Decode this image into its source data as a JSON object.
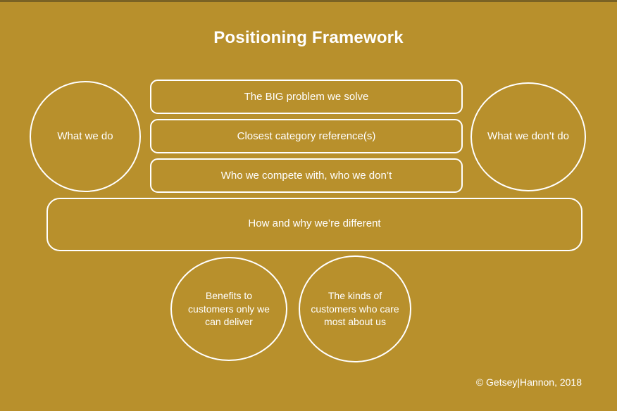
{
  "slide": {
    "title": "Positioning Framework",
    "background_color": "#b8902c",
    "text_color": "#ffffff",
    "copyright": "© Getsey|Hannon, 2018"
  },
  "circles": {
    "what_we_do": "What we do",
    "what_we_dont_do": "What we don’t do",
    "benefits": "Benefits to customers only we can deliver",
    "kinds_of_customers": "The kinds of customers who care most about us"
  },
  "boxes": {
    "big_problem": "The BIG problem we solve",
    "category_reference": "Closest category reference(s)",
    "compete_with": "Who we compete with, who we don’t",
    "how_and_why": "How and why we’re different"
  }
}
